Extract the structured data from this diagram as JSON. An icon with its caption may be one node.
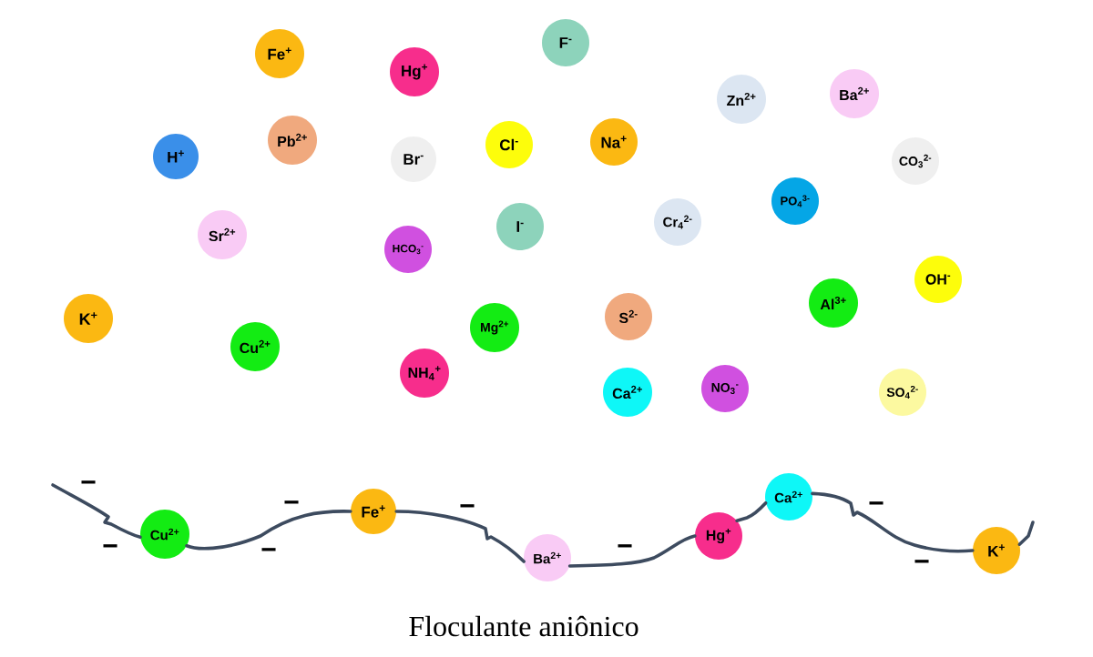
{
  "diagram": {
    "caption": "Floculante aniônico",
    "nodes": [
      {
        "text": [
          "Fe$^{+}$"
        ]
      },
      {
        "text": [
          "Hg$^{+}$"
        ]
      },
      {
        "text": [
          "F$^{-}$"
        ]
      },
      {
        "text": [
          "Zn$^{2+}$"
        ]
      },
      {
        "text": [
          "Ba$^{2+}$"
        ]
      },
      {
        "text": [
          "H$^{+}$"
        ]
      },
      {
        "text": [
          "Pb$^{2+}$"
        ]
      },
      {
        "text": [
          "Br$^{-}$"
        ]
      },
      {
        "text": [
          "Cl$^{-}$"
        ]
      },
      {
        "text": [
          "Na$^{+}$"
        ]
      },
      {
        "text": [
          "CO$_{3}$$^{2-}$"
        ]
      },
      {
        "text": [
          "Sr$^{2+}$"
        ]
      },
      {
        "text": [
          "HCO$_{3}$$^{-}$"
        ]
      },
      {
        "text": [
          "I$^{-}$"
        ]
      },
      {
        "text": [
          "Cr$_{4}$$^{2-}$"
        ]
      },
      {
        "text": [
          "PO$_{4}$$^{3-}$"
        ]
      },
      {
        "text": [
          "K$^{+}$"
        ]
      },
      {
        "text": [
          "Cu$^{2+}$"
        ]
      },
      {
        "text": [
          "Mg$^{2+}$"
        ]
      },
      {
        "text": [
          "S$^{2-}$"
        ]
      },
      {
        "text": [
          "Al$^{3+}$"
        ]
      },
      {
        "text": [
          "OH$^{-}$"
        ]
      },
      {
        "text": [
          "NH$_{4}$$^{+}$"
        ]
      },
      {
        "text": [
          "Ca$^{2+}$"
        ]
      },
      {
        "text": [
          "NO$_{3}$$^{-}$"
        ]
      },
      {
        "text": [
          "SO$_{4}$$^{2-}$"
        ]
      },
      {
        "text": [
          "Cu$^{2+}$"
        ]
      },
      {
        "text": [
          "Fe$^{+}$"
        ]
      },
      {
        "text": [
          "Ba$^{2+}$"
        ]
      },
      {
        "text": [
          "Hg$^{+}$"
        ]
      },
      {
        "text": [
          "Ca$^{2+}$"
        ]
      },
      {
        "text": [
          "K$^{+}$"
        ]
      }
    ],
    "edges": [
      {
        "from": null,
        "to": 26,
        "arrow": "none"
      },
      {
        "from": 26,
        "to": 27,
        "arrow": "none"
      },
      {
        "from": 27,
        "to": 28,
        "arrow": "none"
      },
      {
        "from": 28,
        "to": 29,
        "arrow": "none"
      },
      {
        "from": 29,
        "to": 30,
        "arrow": "none"
      },
      {
        "from": 30,
        "to": 31,
        "arrow": "none"
      },
      {
        "from": 31,
        "to": null,
        "arrow": "none"
      }
    ],
    "labels": [
      "−",
      "−",
      "−",
      "−",
      "−",
      "−",
      "−",
      "−"
    ]
  }
}
